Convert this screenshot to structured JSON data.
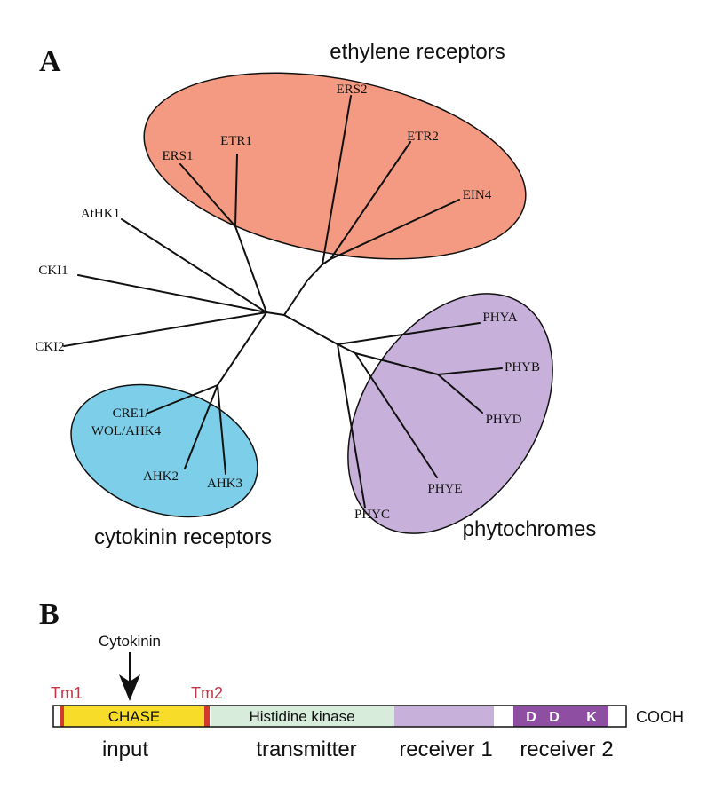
{
  "panel_a": {
    "label": "A",
    "groups": {
      "ethylene": {
        "label": "ethylene receptors",
        "color": "#f59a82"
      },
      "cytokinin": {
        "label": "cytokinin receptors",
        "color": "#7dcfe9"
      },
      "phytochrome": {
        "label": "phytochromes",
        "color": "#c7b0da"
      }
    },
    "leaves": {
      "ers2": "ERS2",
      "etr1": "ETR1",
      "ers1": "ERS1",
      "etr2": "ETR2",
      "ein4": "EIN4",
      "athk1": "AtHK1",
      "cki1": "CKI1",
      "cki2": "CKI2",
      "cre1_line1": "CRE1/",
      "cre1_line2": "WOL/AHK4",
      "ahk2": "AHK2",
      "ahk3": "AHK3",
      "phya": "PHYA",
      "phyb": "PHYB",
      "phyd": "PHYD",
      "phye": "PHYE",
      "phyc": "PHYC"
    }
  },
  "panel_b": {
    "label": "B",
    "ligand": "Cytokinin",
    "tm1": "Tm1",
    "tm2": "Tm2",
    "chase": "CHASE",
    "histidine_kinase": "Histidine kinase",
    "motif_d1": "D",
    "motif_d2": "D",
    "motif_k": "K",
    "cooh": "COOH",
    "domains": {
      "input": "input",
      "transmitter": "transmitter",
      "receiver1": "receiver 1",
      "receiver2": "receiver 2"
    },
    "colors": {
      "tm": "#d33a2c",
      "tm_label": "#c0384a",
      "chase": "#f8dc2a",
      "histidine_kinase": "#d7ecdb",
      "receiver1": "#c7b0da",
      "receiver2": "#8e4fa3"
    }
  }
}
